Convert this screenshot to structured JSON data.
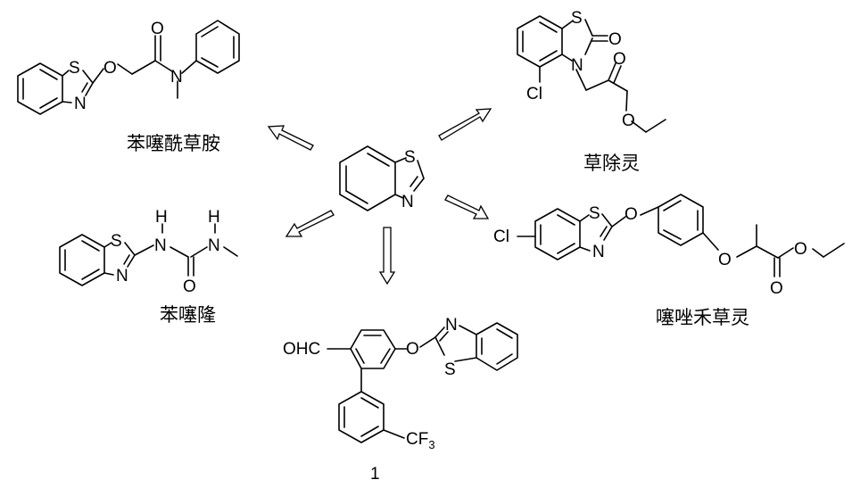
{
  "atoms": {
    "S": "S",
    "N": "N",
    "O": "O",
    "H": "H",
    "Cl": "Cl",
    "OHC": "OHC",
    "CF": "CF",
    "three": "3"
  },
  "names": {
    "benzthiazuron_acetamide": "苯噻酰草胺",
    "fluthiacet": "草除灵",
    "methabenzthiazuron": "苯噻隆",
    "fenthiaprop": "噻唑禾草灵",
    "compound_number": "1"
  }
}
